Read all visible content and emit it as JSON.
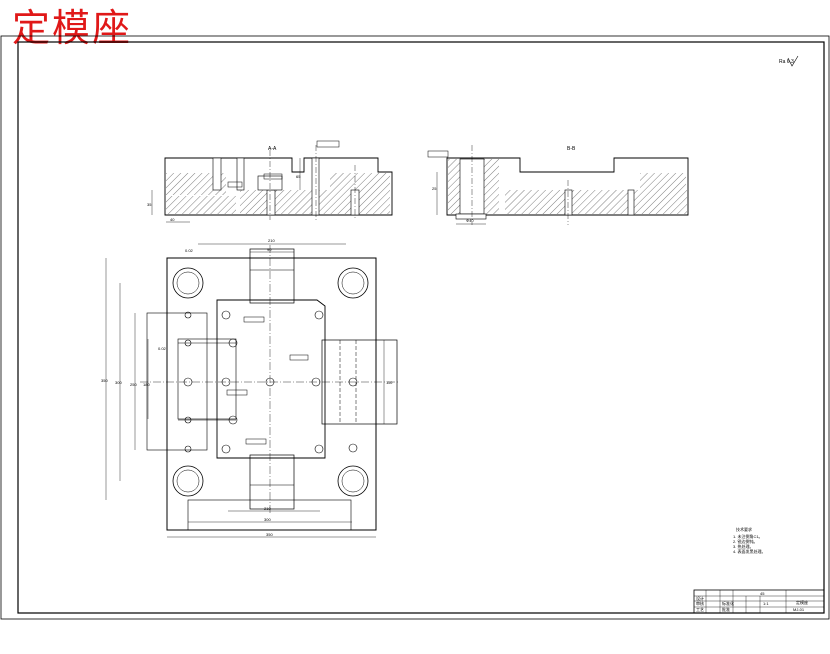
{
  "title": "定模座",
  "roughness": "Ra 6.3",
  "views": {
    "section_aa": "A-A",
    "section_bb": "B-B"
  },
  "dimensions": {
    "overall_width": "350",
    "overall_height": "350",
    "inner_width": "210",
    "slot_width": "90",
    "lower_width": "210",
    "lower_total": "300",
    "left_span": "300",
    "left_inner": "250",
    "left_small": "180",
    "right_span": "110",
    "tol_1": "0.02",
    "tol_2": "0.02",
    "section_h1": "35",
    "section_h2": "65",
    "section_w": "40",
    "bb_h": "25",
    "bb_d": "Φ40"
  },
  "notes": {
    "heading": "技术要求",
    "lines": [
      "1. 未注倒角C1。",
      "2. 锐边倒钝。",
      "3. 热处理。",
      "4. 表面发黑处理。"
    ]
  },
  "title_block": {
    "part_name": "定模座",
    "material": "45",
    "scale": "1:1",
    "drawing_no": "MJ-01",
    "labels": [
      "设计",
      "审核",
      "工艺",
      "标准化",
      "批准"
    ]
  }
}
